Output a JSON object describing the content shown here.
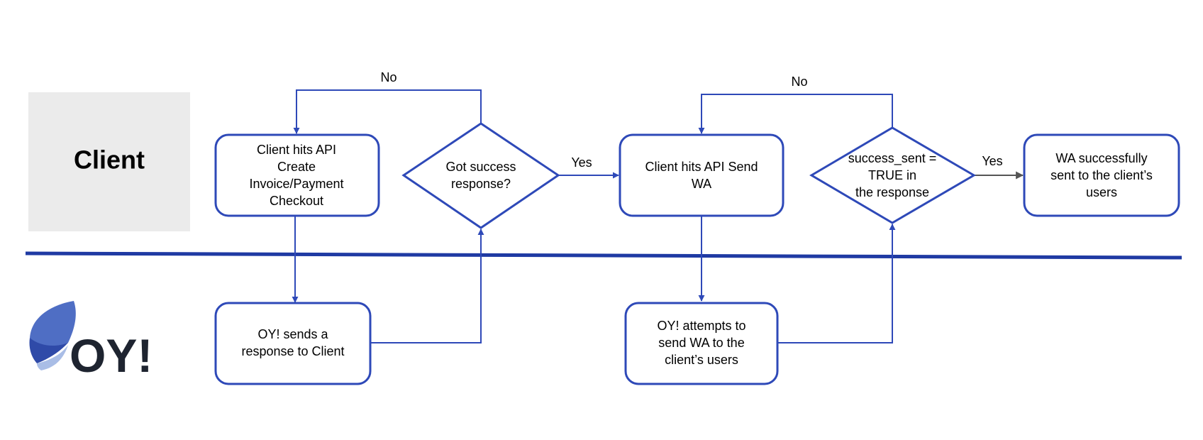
{
  "colors": {
    "stroke": "#2e49b8",
    "divider": "#1f3aa3",
    "lane_box": "#ebebeb",
    "grey_arrow": "#555555",
    "logo_dark": "#1e2430",
    "logo_blue_1": "#4f6ec4",
    "logo_blue_2": "#2f4aa8",
    "logo_blue_3": "#a9bde6"
  },
  "lanes": {
    "client_label": "Client",
    "oy_logo_text": "OY!"
  },
  "nodes": {
    "create_invoice": [
      "Client  hits API",
      "Create",
      "Invoice/Payment",
      "Checkout"
    ],
    "oy_response": [
      "OY! sends a",
      "response to Client"
    ],
    "got_success": [
      "Got success",
      "response?"
    ],
    "send_wa": [
      "Client hits API Send",
      "WA"
    ],
    "oy_attempts": [
      "OY! attempts to",
      "send WA to the",
      "client’s users"
    ],
    "success_sent": [
      "success_sent =",
      "TRUE in",
      "the response"
    ],
    "wa_success": [
      "WA successfully",
      "sent to the client’s",
      "users"
    ]
  },
  "edge_labels": {
    "no_1": "No",
    "yes_1": "Yes",
    "no_2": "No",
    "yes_2": "Yes"
  }
}
